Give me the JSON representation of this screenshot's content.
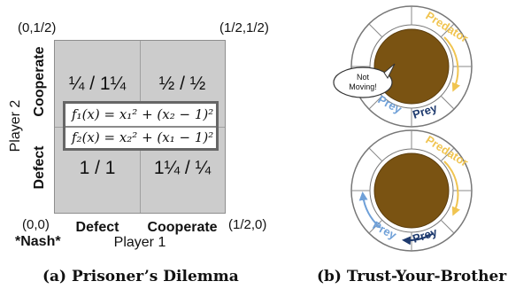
{
  "left": {
    "corners": {
      "top_left": "(0,1/2)",
      "top_right": "(1/2,1/2)",
      "bottom_left": "(0,0)",
      "bottom_right": "(1/2,0)"
    },
    "nash_label": "*Nash*",
    "y_axis_label": "Player 2",
    "x_axis_label": "Player 1",
    "row_labels": [
      "Cooperate",
      "Defect"
    ],
    "col_labels": [
      "Defect",
      "Cooperate"
    ],
    "payoffs": {
      "cooperate_defect": "¼ / 1¼",
      "cooperate_cooperate": "½ / ½",
      "defect_defect": "1 / 1",
      "defect_cooperate": "1¼ / ¼"
    },
    "equations": [
      "f₁(x) = x₁² + (x₂ − 1)²",
      "f₂(x) = x₂² + (x₁ − 1)²"
    ],
    "caption": "(a) Prisoner’s Dilemma",
    "colors": {
      "cell_fill": "#cccccc",
      "border": "#666666",
      "grid": "#a0a0a0"
    }
  },
  "right": {
    "ring_top": {
      "predator_label": "Predator",
      "prey_labels": [
        "Prey",
        "Prey"
      ],
      "bubble_text": [
        "Not",
        "Moving!"
      ]
    },
    "ring_bottom": {
      "predator_label": "Predator",
      "prey_labels": [
        "Prey",
        "Prey"
      ]
    },
    "caption": "(b) Trust-Your-Brother",
    "colors": {
      "center": "#7a5312",
      "predator": "#f0c450",
      "prey_dark": "#1e3a6e",
      "prey_light": "#6fa0d8",
      "ring": "#777777"
    }
  }
}
